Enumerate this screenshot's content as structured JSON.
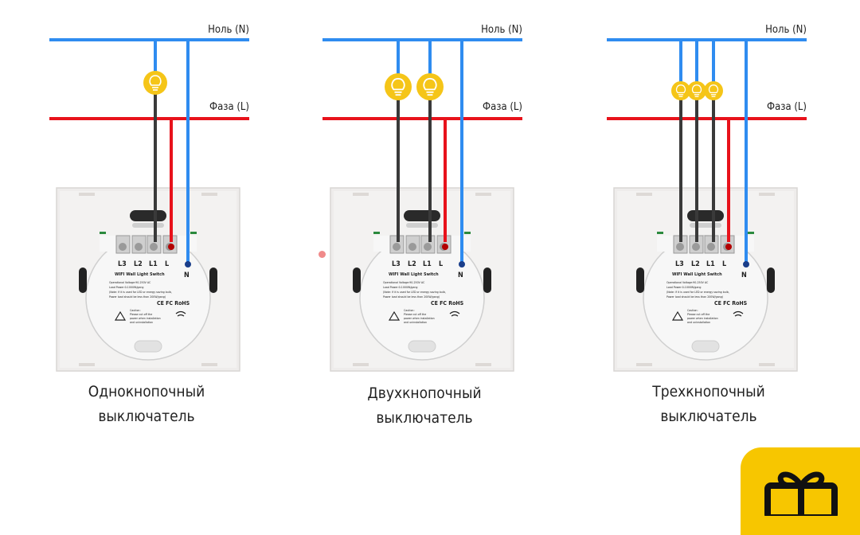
{
  "labels": {
    "neutral": "Ноль (N)",
    "phase": "Фаза (L)"
  },
  "colors": {
    "neutral_wire": "#2f8cf0",
    "phase_wire": "#e8121b",
    "load_wire": "#3a3a3a",
    "bulb": "#f5c518",
    "promo": "#f7c600"
  },
  "switch_plate": {
    "terminals": [
      "L3",
      "L2",
      "L1",
      "L",
      "N"
    ],
    "title": "WIFI Wall Light Switch",
    "specs": [
      "Operational Voltage:90-250V AC",
      "Load Power:0-1000W/gang",
      "(Note: if it is used for LED or energy saving bulb,",
      "Power load should be less than 200W/gang)"
    ],
    "caution": [
      "Caution:",
      "Please cut off the",
      "power when installation",
      "and uninstallation"
    ],
    "marks": "CE FC RoHS"
  },
  "switches": [
    {
      "gangs": 1,
      "caption_line1": "Однокнопочный",
      "caption_line2": "выключатель"
    },
    {
      "gangs": 2,
      "caption_line1": "Двухкнопочный",
      "caption_line2": "выключатель"
    },
    {
      "gangs": 3,
      "caption_line1": "Трехкнопочный",
      "caption_line2": "выключатель"
    }
  ],
  "promo_icon": "gift-icon"
}
